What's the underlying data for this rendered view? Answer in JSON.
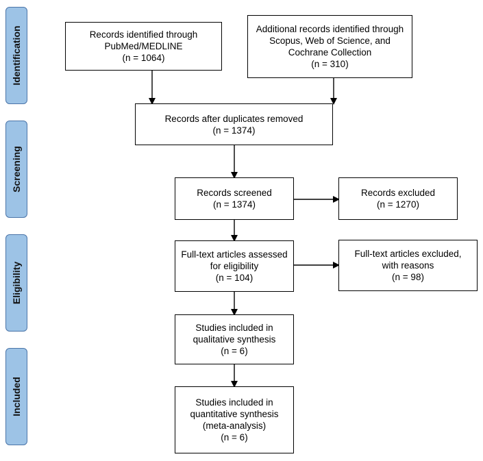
{
  "phases": {
    "identification": "Identification",
    "screening": "Screening",
    "eligibility": "Eligibility",
    "included": "Included"
  },
  "boxes": {
    "pubmed": {
      "line1": "Records identified through",
      "line2": "PubMed/MEDLINE",
      "line3": "(n =  1064)"
    },
    "additional": {
      "line1": "Additional records identified through",
      "line2": "Scopus, Web of Science, and",
      "line3": "Cochrane Collection",
      "line4": "(n = 310)"
    },
    "duplicates": {
      "line1": "Records after duplicates removed",
      "line2": "(n =  1374)"
    },
    "screened": {
      "line1": "Records screened",
      "line2": "(n =  1374)"
    },
    "excluded": {
      "line1": "Records excluded",
      "line2": "(n =  1270)"
    },
    "fulltext": {
      "line1": "Full-text articles assessed",
      "line2": "for eligibility",
      "line3": "(n = 104)"
    },
    "fulltext_excluded": {
      "line1": "Full-text articles excluded,",
      "line2": "with reasons",
      "line3": "(n = 98)"
    },
    "qualitative": {
      "line1": "Studies included in",
      "line2": "qualitative synthesis",
      "line3": "(n = 6)"
    },
    "quantitative": {
      "line1": "Studies included in",
      "line2": "quantitative synthesis",
      "line3": "(meta-analysis)",
      "line4": "(n = 6)"
    }
  }
}
